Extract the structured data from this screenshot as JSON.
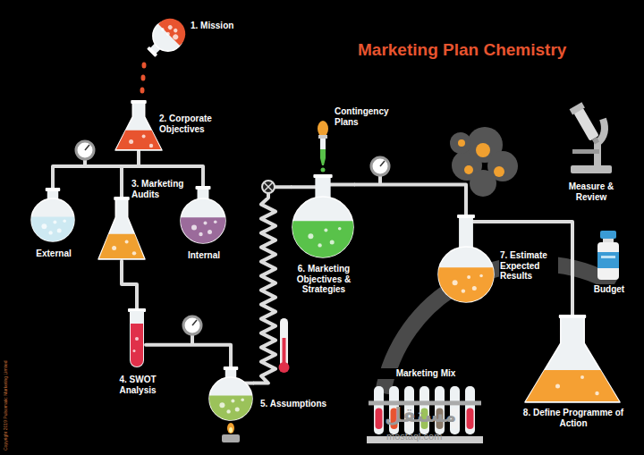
{
  "diagram": {
    "title": "Marketing Plan Chemistry",
    "nodes": [
      {
        "text": [
          "1. Mission"
        ]
      },
      {
        "text": [
          "2. Corporate Objectives"
        ]
      },
      {
        "text": [
          "External"
        ]
      },
      {
        "text": [
          "3. Marketing Audits"
        ]
      },
      {
        "text": [
          "Internal"
        ]
      },
      {
        "text": [
          "4. SWOT Analysis"
        ]
      },
      {
        "text": [
          "5. Assumptions"
        ]
      },
      {
        "text": [
          "Contingency Plans"
        ]
      },
      {
        "text": [
          "6. Marketing Objectives & Strategies"
        ]
      },
      {
        "text": [
          "7. Estimate Expected Results"
        ]
      },
      {
        "text": [
          "Measure & Review"
        ]
      },
      {
        "text": [
          "Budget"
        ]
      },
      {
        "text": [
          "Marketing Mix"
        ]
      },
      {
        "text": [
          "8. Define Programme of Action"
        ]
      }
    ],
    "edges": [
      {
        "from": 1,
        "to": 2,
        "arrow": "none"
      },
      {
        "from": 1,
        "to": 3,
        "arrow": "none"
      },
      {
        "from": 1,
        "to": 4,
        "arrow": "none"
      },
      {
        "from": 3,
        "to": 5,
        "arrow": "none"
      },
      {
        "from": 5,
        "to": 6,
        "arrow": "none"
      },
      {
        "from": 6,
        "to": 8,
        "arrow": "none"
      },
      {
        "from": 8,
        "to": 9,
        "arrow": "none"
      },
      {
        "from": 9,
        "to": 13,
        "arrow": "none"
      }
    ],
    "labels": [
      "Copyright 2019 Pulsomatic Marketing Limited",
      "مستقل",
      "mostaql.com"
    ]
  }
}
